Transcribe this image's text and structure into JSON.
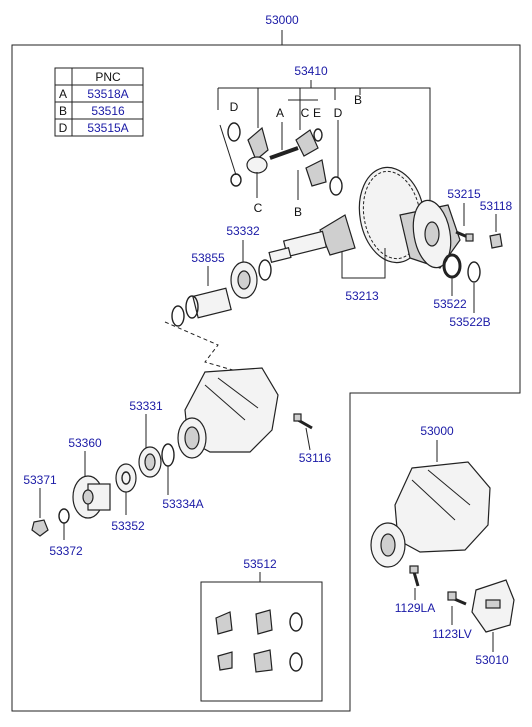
{
  "pnc": {
    "header": "PNC",
    "rows": [
      {
        "key": "A",
        "value": "53518A"
      },
      {
        "key": "B",
        "value": "53516"
      },
      {
        "key": "D",
        "value": "53515A"
      }
    ]
  },
  "letters": {
    "d1": "D",
    "a": "A",
    "c1": "C",
    "e": "E",
    "d2": "D",
    "b1": "B",
    "c2": "C",
    "b2": "B"
  },
  "labels": {
    "top": "53000",
    "p53410": "53410",
    "p53215": "53215",
    "p53118": "53118",
    "p53332": "53332",
    "p53855": "53855",
    "p53213": "53213",
    "p53522": "53522",
    "p53522b": "53522B",
    "p53331": "53331",
    "p53360": "53360",
    "p53116": "53116",
    "p53371": "53371",
    "p53352": "53352",
    "p53334a": "53334A",
    "p53372": "53372",
    "p53000": "53000",
    "p53512": "53512",
    "p1129la": "1129LA",
    "p1123lv": "1123LV",
    "p53010": "53010"
  }
}
